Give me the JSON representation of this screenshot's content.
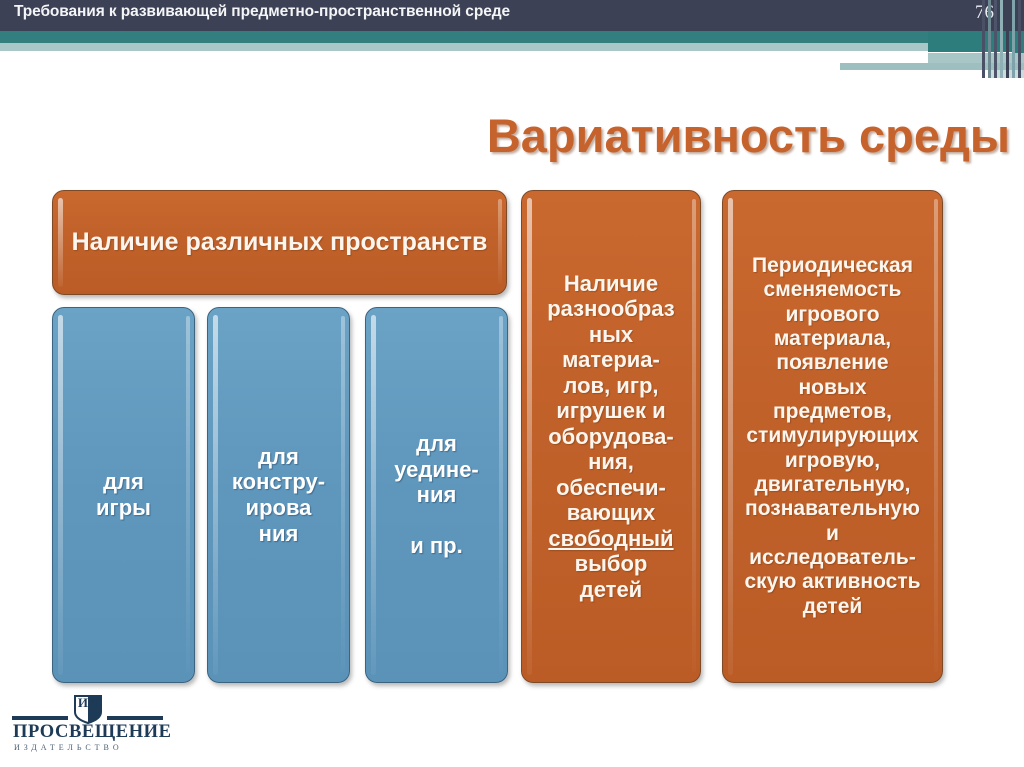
{
  "header": {
    "title": "Требования к развивающей предметно-пространственной среде",
    "page_number": "76",
    "bar_color": "#3d4155",
    "accent_color": "#337f7f"
  },
  "title": {
    "text": "Вариативность среды",
    "color": "#c6622c"
  },
  "colors": {
    "orange": "#c1612a",
    "blue": "#5e96bc"
  },
  "columns": {
    "col1": {
      "heading": "Наличие различных пространств",
      "items": [
        {
          "line1": "для",
          "line2": "игры",
          "line3": "",
          "line4": ""
        },
        {
          "line1": "для",
          "line2": "констру-",
          "line3": "ирова",
          "line4": "ния"
        },
        {
          "line1": "для",
          "line2": "уедине-",
          "line3": "ния",
          "line4": "и пр."
        }
      ]
    },
    "col2": {
      "lines": [
        "Наличие",
        "разнообраз",
        "ных",
        "материа-",
        "лов, игр,",
        "игрушек и",
        "оборудова-",
        "ния,",
        "обеспечи-",
        "вающих"
      ],
      "underlined": "свободный",
      "tail": [
        "выбор",
        "детей"
      ]
    },
    "col3": {
      "lines": [
        "Периодическая",
        "сменяемость",
        "игрового",
        "материала,",
        "появление",
        "новых",
        "предметов,",
        "стимулирующих",
        "игровую,",
        "двигательную,",
        "познавательную",
        "и",
        "исследователь-",
        "скую активность",
        "детей"
      ]
    }
  },
  "logo": {
    "mark": "ИП",
    "name": "ПРОСВЕЩЕНИЕ",
    "subtitle": "ИЗДАТЕЛЬСТВО"
  }
}
